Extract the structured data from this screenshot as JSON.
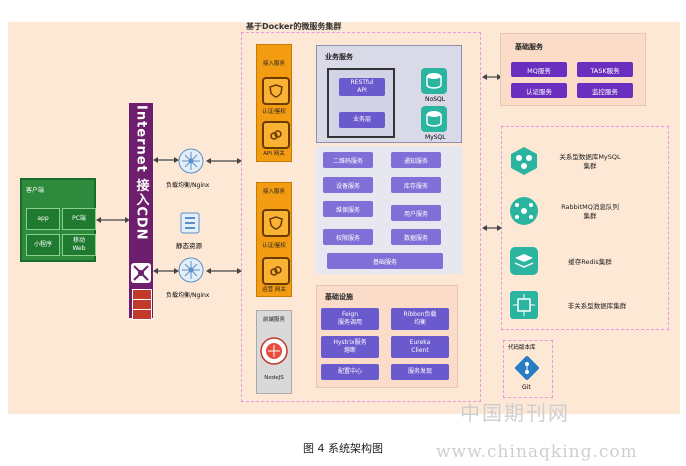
{
  "title": "基于Docker的微服务集群",
  "client": {
    "label": "客户端",
    "buttons": [
      "app",
      "PC端",
      "小程序",
      "移动\nWeb"
    ]
  },
  "cdn": {
    "label": "Internet 接入CDN"
  },
  "lb": {
    "label1": "负载均衡/Nginx",
    "label2": "负载均衡/Nginx",
    "static": "静态资源"
  },
  "gateway1": {
    "top": "接入服务",
    "mid": "认证/鉴权",
    "bottom": "API 网关"
  },
  "gateway2": {
    "top": "接入服务",
    "mid": "认证/鉴权",
    "bottom": "运营 网关"
  },
  "frontend": {
    "top": "前端服务",
    "bottom": "NodeJS"
  },
  "business": {
    "title": "业务服务",
    "restful": "RESTful\nAPI",
    "bizlayer": "业务层",
    "nosql": "NoSQL",
    "mysql": "MySQL"
  },
  "services": [
    [
      "二维码服务",
      "通知服务"
    ],
    [
      "设备服务",
      "库存服务"
    ],
    [
      "维保服务",
      "用户服务"
    ],
    [
      "权限服务",
      "数据服务"
    ]
  ],
  "base_service": "基础服务",
  "infra": {
    "title": "基础设施",
    "items": [
      [
        "Feign\n服务调用",
        "Ribbon负载\n均衡"
      ],
      [
        "Hystrix服务\n熔断",
        "Eureka\nClient"
      ],
      [
        "配置中心",
        "服务发现"
      ]
    ]
  },
  "basic": {
    "title": "基础服务",
    "items": [
      "MQ服务",
      "TASK服务",
      "认证服务",
      "监控服务"
    ]
  },
  "clusters": [
    {
      "label": "关系型数据库MySQL\n集群",
      "icon": "mysql-cluster-icon"
    },
    {
      "label": "RabbitMQ消息队列\n集群",
      "icon": "rabbitmq-cluster-icon"
    },
    {
      "label": "缓存Redis集群",
      "icon": "redis-cluster-icon"
    },
    {
      "label": "非关系型数据库集群",
      "icon": "nosql-cluster-icon"
    }
  ],
  "repo": {
    "title": "代码版本库",
    "name": "Git"
  },
  "caption": "图 4 系统架构图",
  "watermark": {
    "cn": "中国期刊网",
    "url": "www.chinaqking.com"
  }
}
